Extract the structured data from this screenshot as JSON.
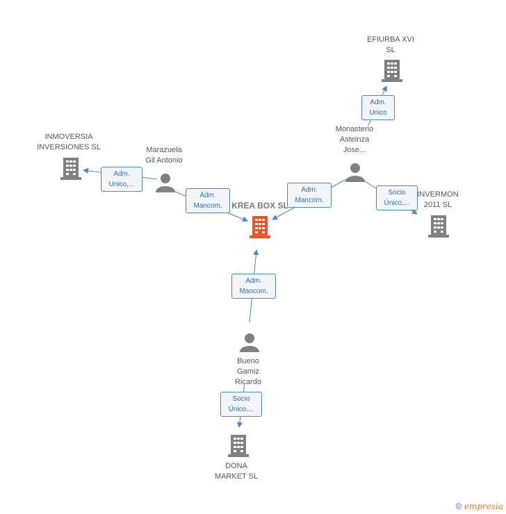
{
  "colors": {
    "main_company": "#e8552b",
    "node": "#808080",
    "edge": "#4a86c8",
    "badge_bg": "#f2f6fb"
  },
  "nodes": {
    "main": {
      "lines": [
        "KREA BOX SL"
      ],
      "icon": "building-icon"
    },
    "efiurba": {
      "lines": [
        "EFIURBA XVI",
        "SL"
      ],
      "icon": "building-icon"
    },
    "monasterio": {
      "lines": [
        "Monasterio",
        "Asteinza",
        "Jose..."
      ],
      "icon": "person-icon"
    },
    "inmoversia": {
      "lines": [
        "INMOVERSIA",
        "INVERSIONES SL"
      ],
      "icon": "building-icon"
    },
    "marazuela": {
      "lines": [
        "Marazuela",
        "Gil Antonio"
      ],
      "icon": "person-icon"
    },
    "invermon": {
      "lines": [
        "INVERMON",
        "2011 SL"
      ],
      "icon": "building-icon"
    },
    "bueno": {
      "lines": [
        "Bueno",
        "Gamiz",
        "Ricardo"
      ],
      "icon": "person-icon"
    },
    "dona": {
      "lines": [
        "DONA",
        "MARKET SL"
      ],
      "icon": "building-icon"
    }
  },
  "edges": {
    "monasterio_efiurba": [
      "Adm.",
      "Unico"
    ],
    "marazuela_inmoversia": [
      "Adm.",
      "Unico,..."
    ],
    "marazuela_main": [
      "Adm.",
      "Mancom."
    ],
    "monasterio_main": [
      "Adm.",
      "Mancom."
    ],
    "monasterio_invermon": [
      "Socio",
      "Único,..."
    ],
    "bueno_main": [
      "Adm.",
      "Mancom."
    ],
    "bueno_dona": [
      "Socio",
      "Único,..."
    ]
  },
  "footer": {
    "copyright_symbol": "©",
    "brand_initial": "e",
    "brand_rest": "mpresia"
  }
}
